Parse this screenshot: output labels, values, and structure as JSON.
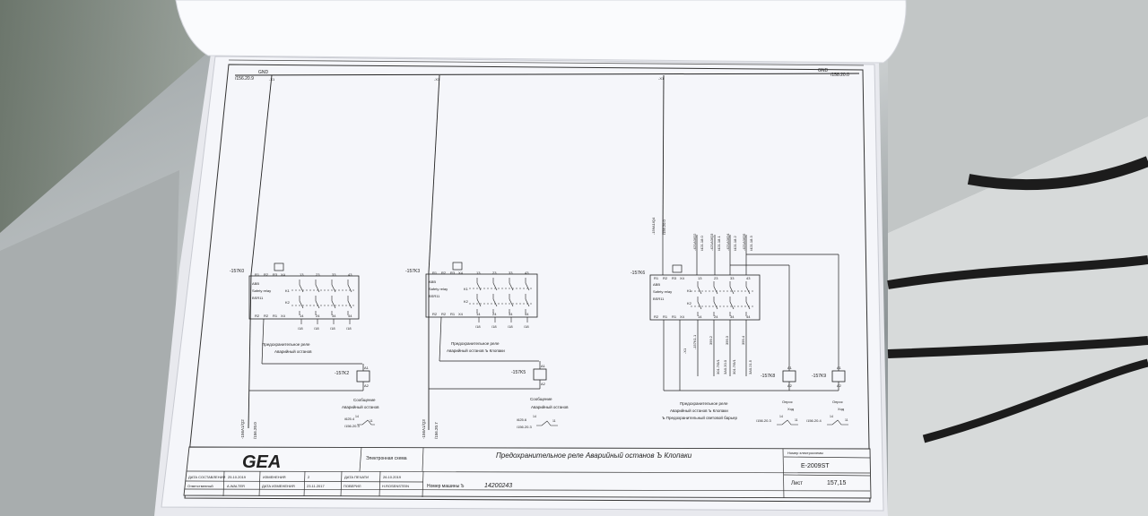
{
  "top": {
    "gnd_left_ref": "/156.20.9",
    "gnd_left": "GND",
    "gnd_right": "GND",
    "gnd_right_ref": "/158.20.0",
    "tap1": "-X1",
    "tap2": "-X1",
    "tap3": "-X1"
  },
  "relays": [
    {
      "tag": "-157K0",
      "maker": "ABB",
      "type": "Safety relay",
      "model": "BSR11",
      "top_pins": [
        "R1",
        "R2",
        "R3",
        "X4",
        "13",
        "23",
        "33",
        "43"
      ],
      "bottom_pins": [
        "R2",
        "R2",
        "R1",
        "X4",
        "14",
        "24",
        "34",
        "44"
      ],
      "k1": "K1",
      "k2": "K2",
      "outputs": [
        "/18",
        "/18",
        "/18",
        "/18"
      ],
      "caption_line1": "Предохранительное реле",
      "caption_line2": "Аварийный останов",
      "coil_tag": "-157K2",
      "coil_a1": "A1",
      "coil_a2": "A2",
      "coil_caption1": "Сообщение",
      "coil_caption2": "Аварийный останов",
      "left_wire": "-156A1/Q2",
      "left_ref": "/156.20.0",
      "contact_ref1": "/625.4",
      "contact_ref2": "/156.20.3",
      "contact_pins": [
        "14",
        "11"
      ]
    },
    {
      "tag": "-157K3",
      "maker": "ABB",
      "type": "Safety relay",
      "model": "BSR11",
      "top_pins": [
        "R1",
        "R2",
        "R3",
        "X4",
        "13",
        "23",
        "33",
        "43"
      ],
      "bottom_pins": [
        "R2",
        "R2",
        "R1",
        "X4",
        "14",
        "24",
        "34",
        "44"
      ],
      "k1": "K1",
      "k2": "K2",
      "outputs": [
        "/18",
        "/18",
        "/18",
        "/18"
      ],
      "caption_line1": "Предохранительное реле",
      "caption_line2": "Аварийный останов Ъ Клопаки",
      "coil_tag": "-157K5",
      "coil_a1": "A1",
      "coil_a2": "A2",
      "coil_caption1": "Сообщение",
      "coil_caption2": "Аварийный останов",
      "left_wire": "-156A1/Q3",
      "left_ref": "/156.20.7",
      "contact_ref1": "/625.6",
      "contact_ref2": "/156.20.3",
      "contact_pins": [
        "14",
        "11"
      ]
    },
    {
      "tag": "-157K6",
      "maker": "ABB",
      "type": "Safety relay",
      "model": "BSR11",
      "top_pins": [
        "R1",
        "R2",
        "R3",
        "X4",
        "13",
        "23",
        "33",
        "43"
      ],
      "bottom_pins": [
        "R2",
        "R1",
        "R1",
        "X4",
        "14",
        "24",
        "34",
        "44"
      ],
      "k1": "K1",
      "k2": "K2",
      "caption_line1": "Предохранительное реле",
      "caption_line2": "Аварийный останов Ъ Клопаки",
      "caption_line3": "Ъ Предохранительный световой барьер",
      "top_wires": [
        "-156A1/Q4",
        "/156.20.0",
        "-421A0/Q2",
        "/421.18.0",
        "-421A0/Q3",
        "/421.18.1",
        "-421A0/Q4",
        "/421.18.2",
        "-421A0/Q5",
        "/421.18.3"
      ],
      "bottom_wires": [
        "-157K1.1",
        "-X1",
        "399.2",
        "399.3",
        "399.4",
        "301.7/5/1",
        "301.7/5/1",
        "3A0.20.0",
        "3A0.21.5"
      ],
      "coil1_tag": "-157K8",
      "coil2_tag": "-157K9",
      "coil_a1": "A1",
      "coil_a2": "A2",
      "coil1_caption1": "Опрос",
      "coil1_caption2": "Ход",
      "coil2_caption1": "Опрос",
      "coil2_caption2": "Ход",
      "contact1_ref": "/156.20.3",
      "contact2_ref": "/156.20.4",
      "contact_pins": [
        "14",
        "11"
      ]
    }
  ],
  "title_block": {
    "logo": "GEA",
    "scheme": "Электронная схема",
    "title": "Предохранительное реле Аварийный останов Ъ Клопаки",
    "drawing_no_label": "Номер электросхемы",
    "drawing_no": "E-2009ST",
    "sheet_label": "Лист",
    "sheet": "157,15",
    "created_label": "ДАТА СОСТАВЛЕНИЯ",
    "created": "25.10.2019",
    "changes_label": "ИЗМЕНЕНИЯ",
    "changes": "2",
    "print_label": "ДАТА ПЕЧАТИ",
    "print_date": "26.10.2019",
    "responsible_label": "Ответственный",
    "responsible": "A.WALTER",
    "modified_label": "ДАТА ИЗМЕНЕНИЯ",
    "modified": "23.11.2017",
    "checked_label": "ПОВЕРИЛ",
    "checked": "H.ROSENSTEIN",
    "machine_label": "Номер машины Ъ",
    "machine": "14200243"
  }
}
